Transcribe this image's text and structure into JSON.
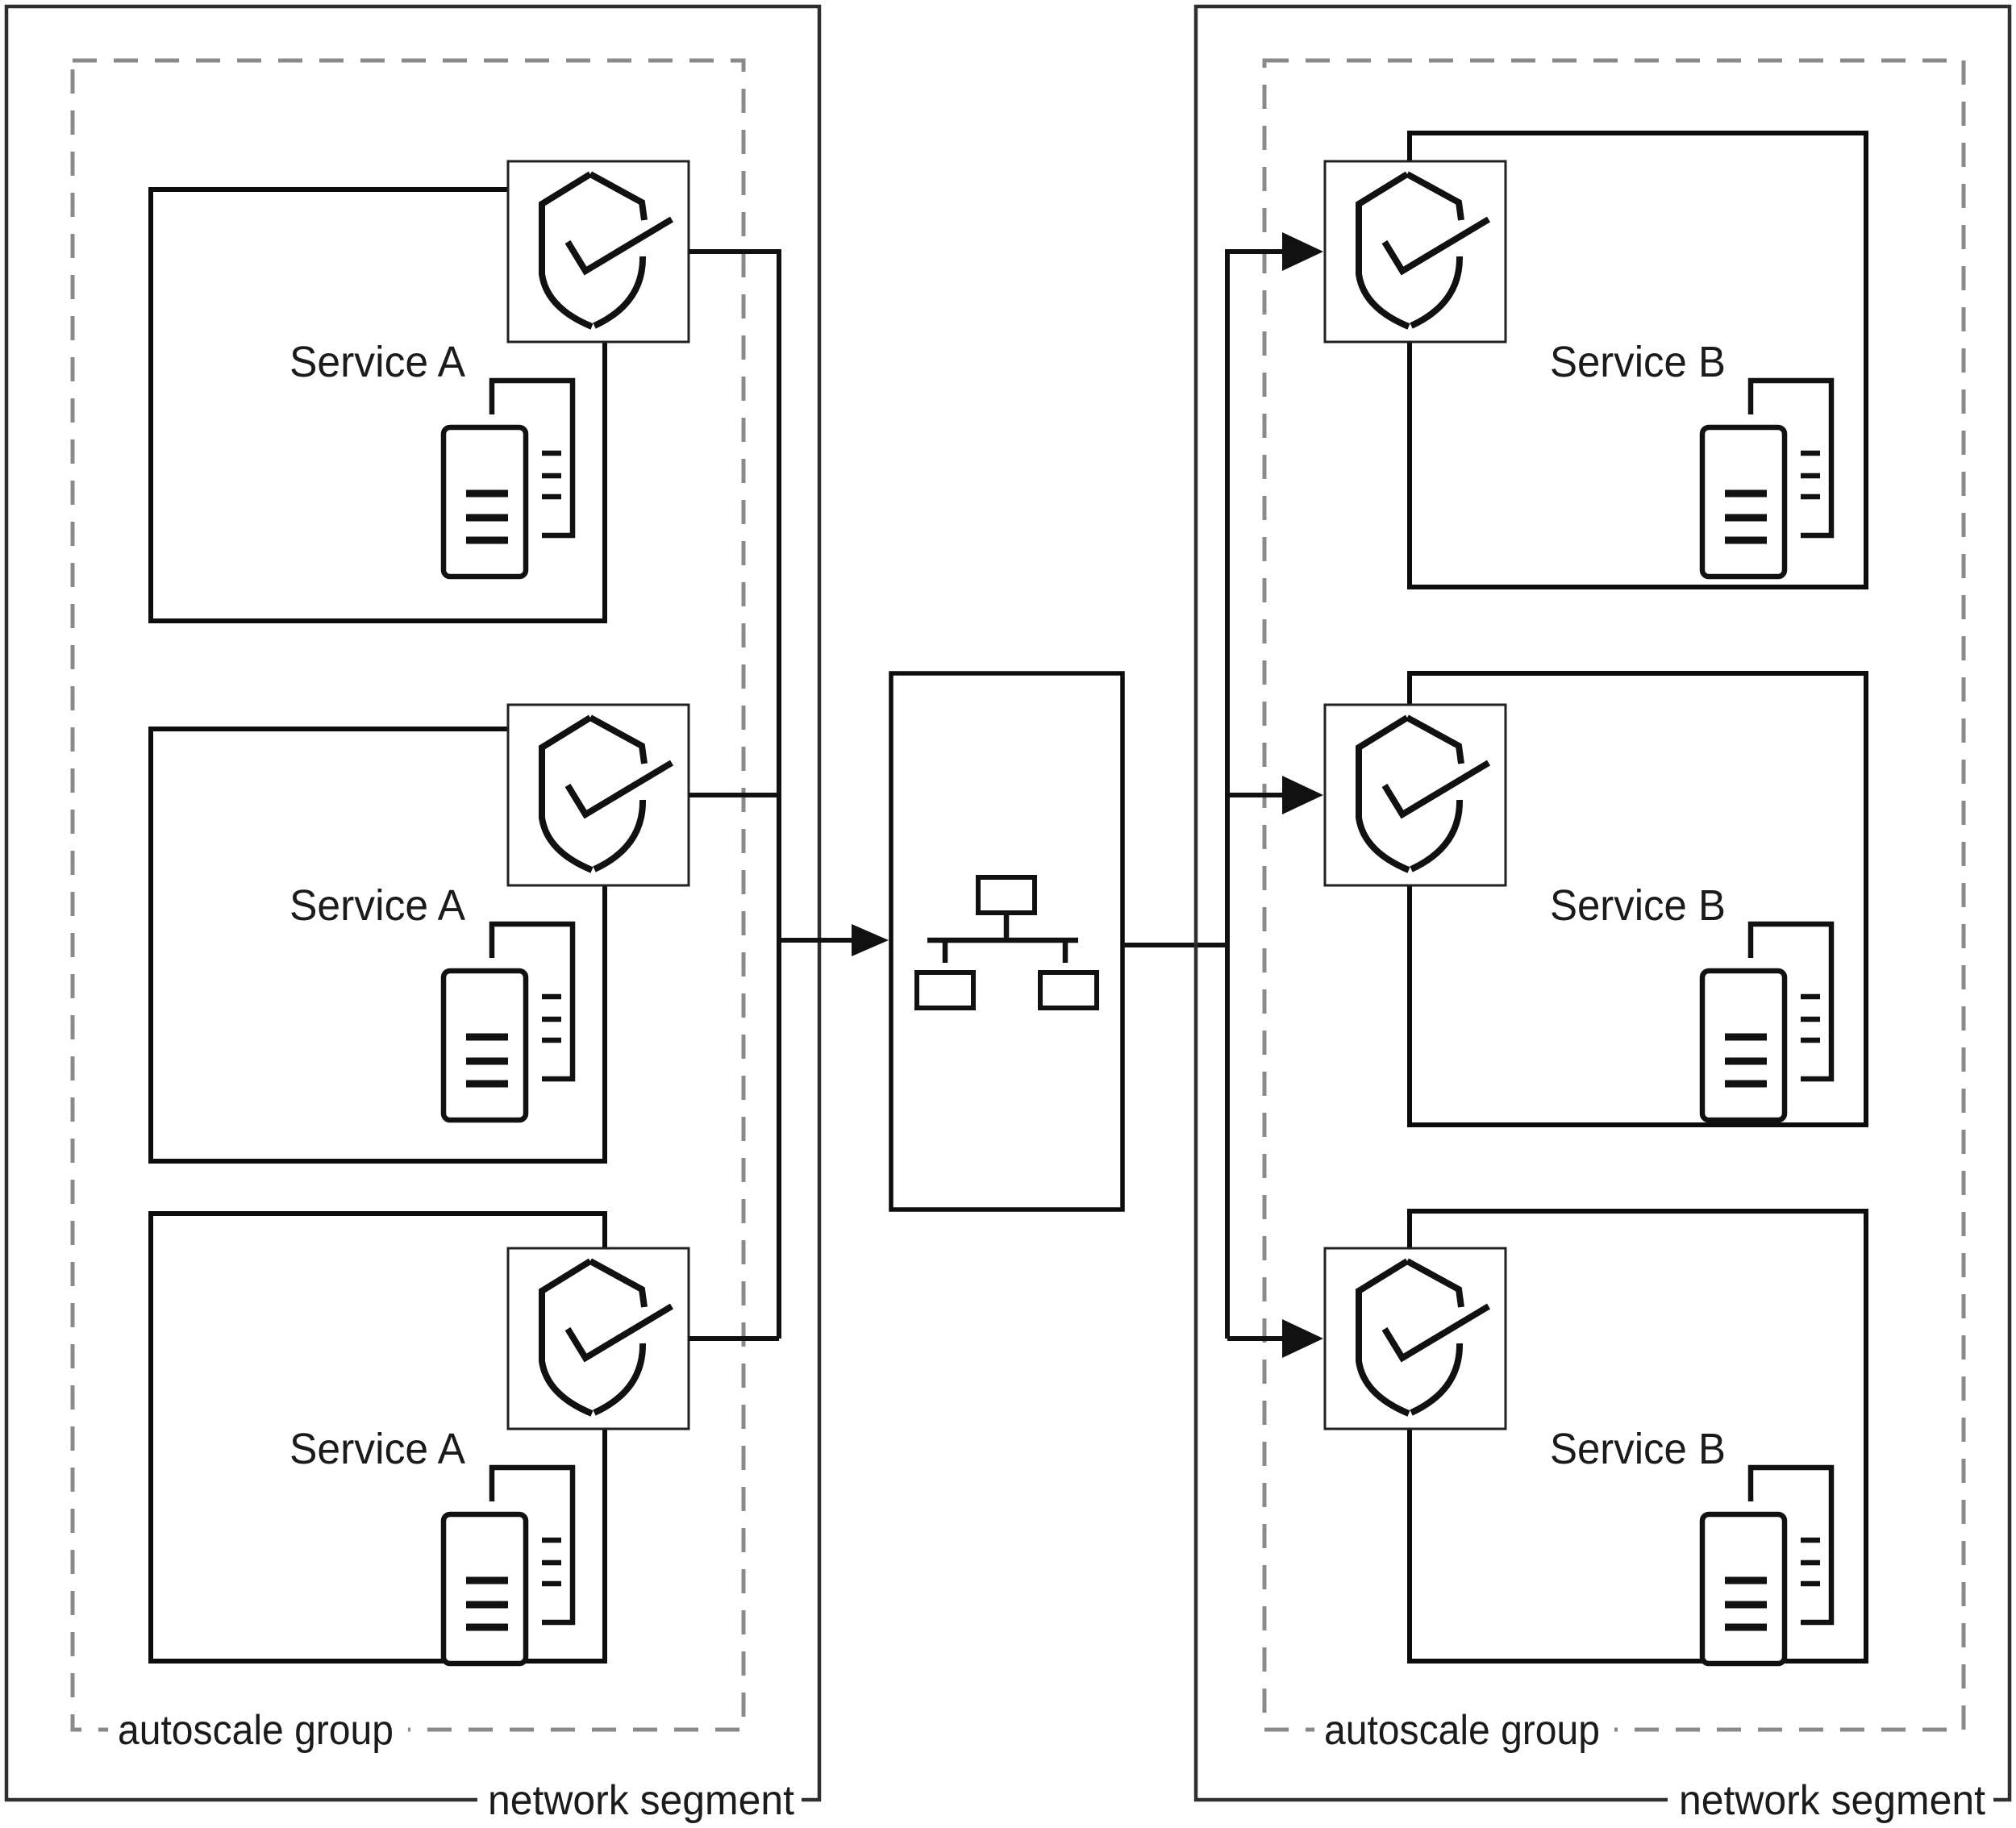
{
  "diagram": {
    "kind": "network-architecture-diagram",
    "segments": [
      {
        "network_label": "network segment",
        "autoscale_label": "autoscale group",
        "services": [
          {
            "name": "Service A",
            "icons": [
              "shield-check-icon",
              "service-instance-doc-icon"
            ]
          },
          {
            "name": "Service A",
            "icons": [
              "shield-check-icon",
              "service-instance-doc-icon"
            ]
          },
          {
            "name": "Service A",
            "icons": [
              "shield-check-icon",
              "service-instance-doc-icon"
            ]
          }
        ]
      },
      {
        "network_label": "network segment",
        "autoscale_label": "autoscale group",
        "services": [
          {
            "name": "Service B",
            "icons": [
              "shield-check-icon",
              "service-instance-doc-icon"
            ]
          },
          {
            "name": "Service B",
            "icons": [
              "shield-check-icon",
              "service-instance-doc-icon"
            ]
          },
          {
            "name": "Service B",
            "icons": [
              "shield-check-icon",
              "service-instance-doc-icon"
            ]
          }
        ]
      }
    ],
    "middle_node": {
      "icon": "load-balancer-icon"
    },
    "connections": [
      {
        "from": "Service A shields",
        "to": "load-balancer",
        "style": "arrow"
      },
      {
        "from": "load-balancer",
        "to": "Service B shields",
        "style": "arrow"
      }
    ],
    "colors": {
      "line": "#111111",
      "network_border": "#2f2f2f",
      "dashed_border": "#8a8a8a",
      "text": "#1b1b1b",
      "background": "#ffffff"
    }
  }
}
